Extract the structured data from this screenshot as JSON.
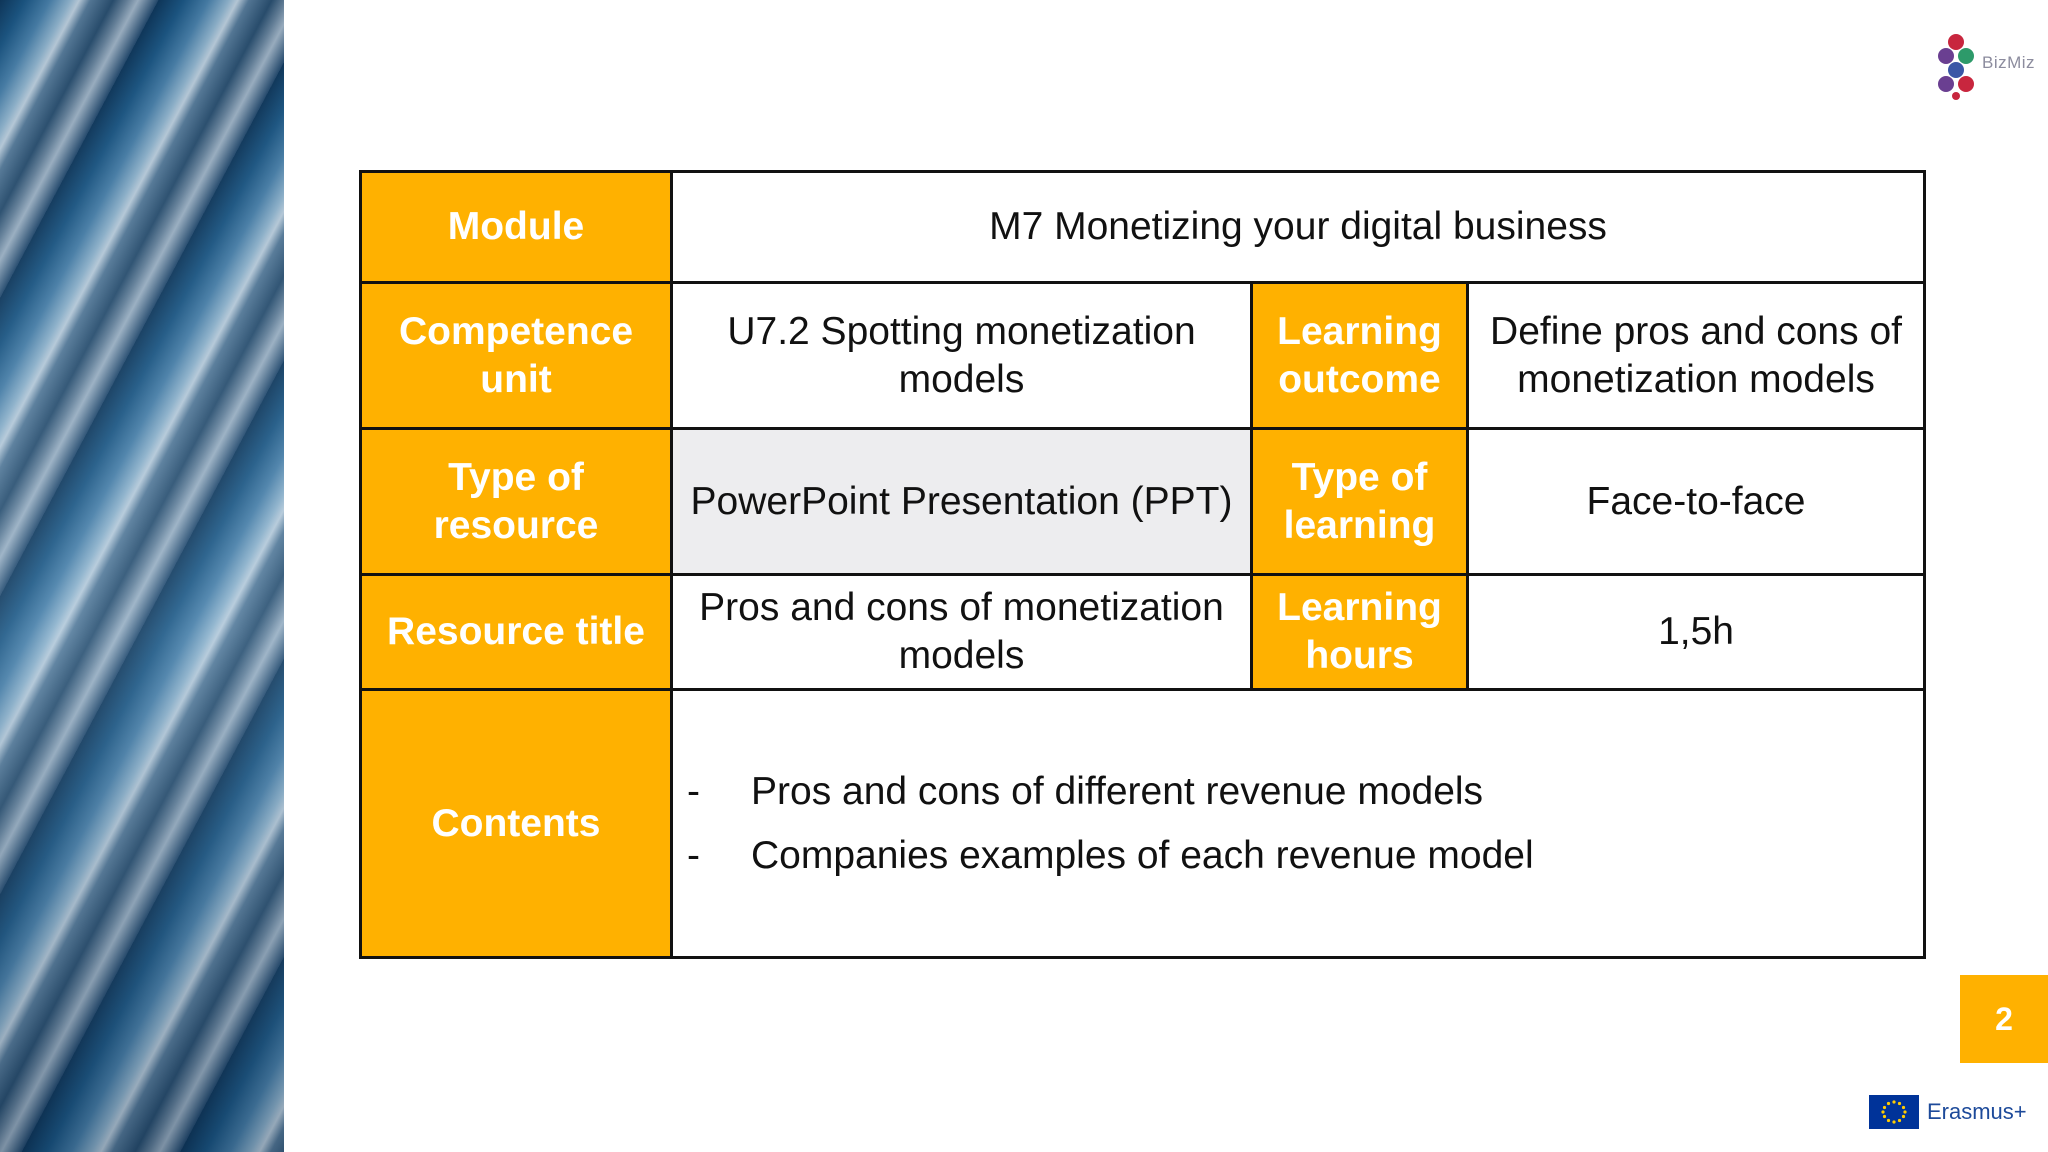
{
  "logo": {
    "text": "BizMiz"
  },
  "table": {
    "module_label": "Module",
    "module_value": "M7 Monetizing your digital business",
    "competence_label": "Competence unit",
    "competence_value": "U7.2 Spotting monetization models",
    "outcome_label": "Learning outcome",
    "outcome_value": "Define pros and cons of monetization models",
    "resource_type_label": "Type of resource",
    "resource_type_value": "PowerPoint Presentation (PPT)",
    "learning_type_label": "Type of learning",
    "learning_type_value": "Face-to-face",
    "resource_title_label": "Resource title",
    "resource_title_value": "Pros and cons of monetization models",
    "hours_label": "Learning hours",
    "hours_value": "1,5h",
    "contents_label": "Contents",
    "contents": [
      {
        "dash": "-",
        "text": "Pros and cons of different revenue models"
      },
      {
        "dash": "-",
        "text": "Companies examples of each revenue model"
      }
    ]
  },
  "page_number": "2",
  "footer": {
    "erasmus_label": "Erasmus+"
  },
  "colors": {
    "accent": "#ffb100",
    "border": "#111111",
    "grey_cell": "#ededef",
    "eu_blue": "#003399"
  }
}
